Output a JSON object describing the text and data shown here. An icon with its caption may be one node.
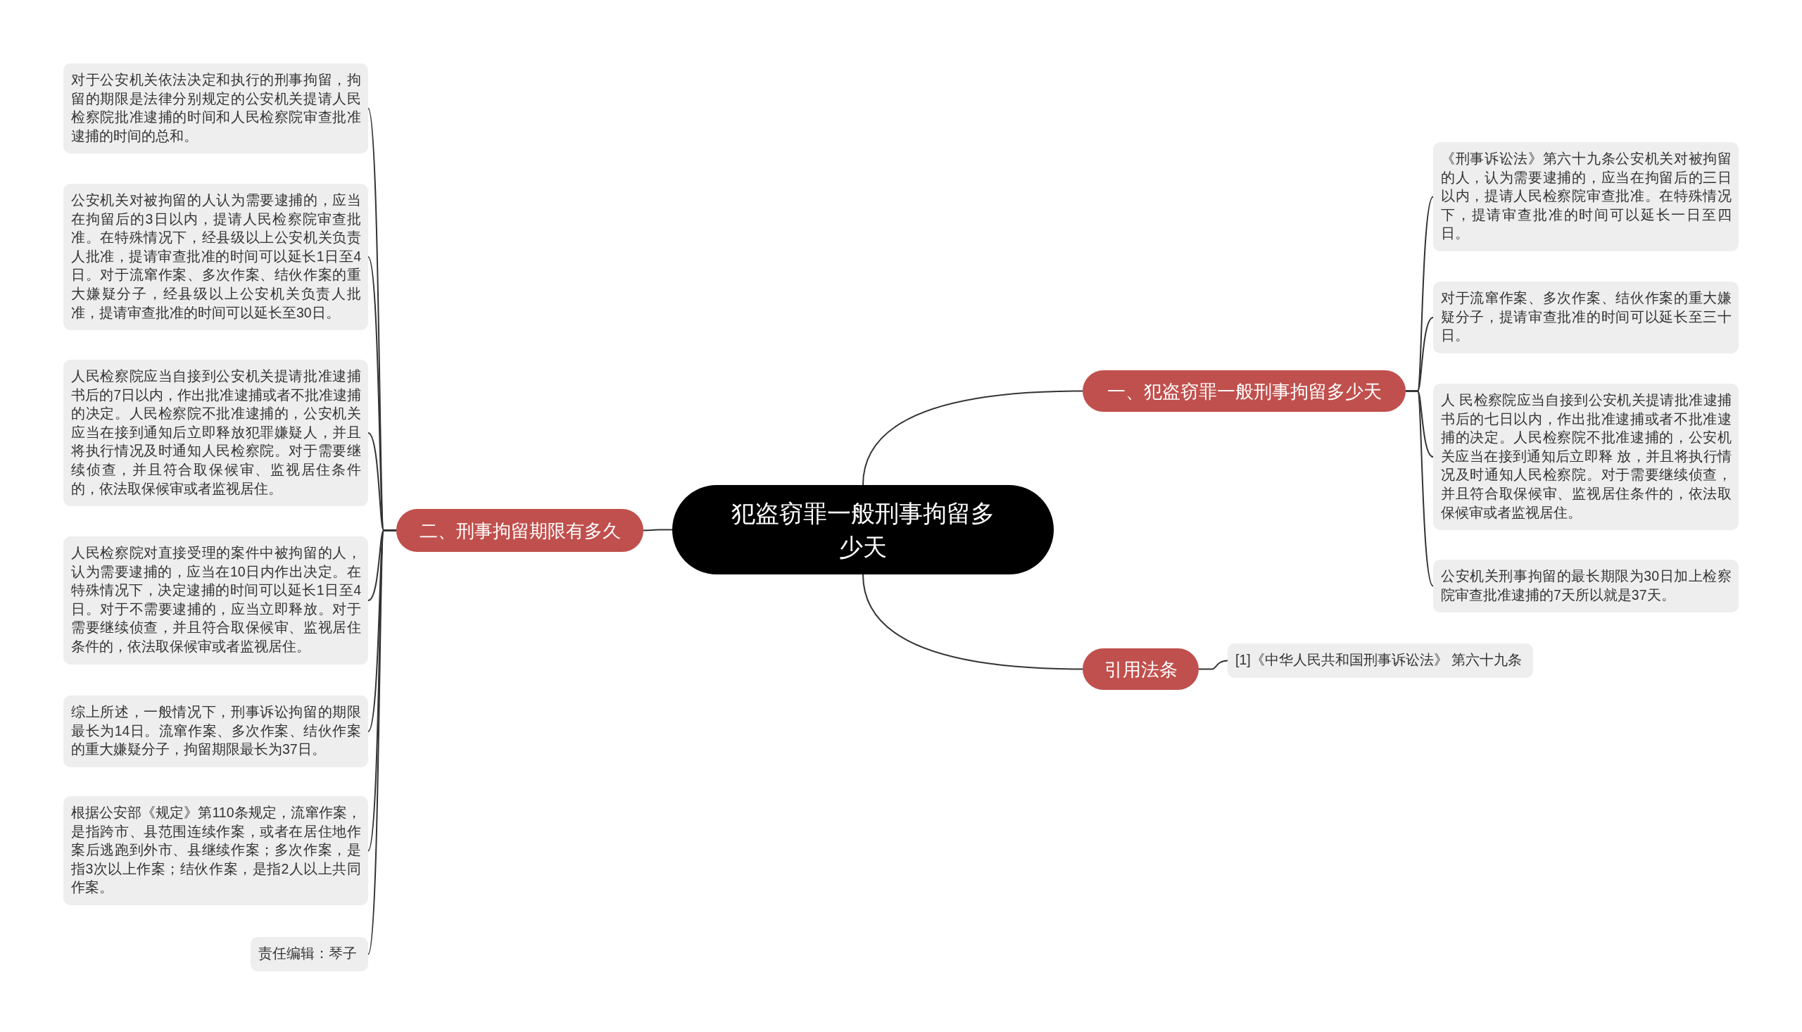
{
  "diagram": {
    "nodes": [
      {
        "text": [
          "犯盗窃罪一般刑事拘留多少天"
        ]
      },
      {
        "text": [
          "一、犯盗窃罪一般刑事拘留多少天"
        ]
      },
      {
        "text": [
          "《刑事诉讼法》第六十九条公安机关对被拘留的人，认为需要逮捕的，应当在拘留后的三日以内，提请人民检察院审查批准。在特殊情况下，提请审查批准的时间可以延长一日至四日。"
        ]
      },
      {
        "text": [
          "对于流窜作案、多次作案、结伙作案的重大嫌疑分子，提请审查批准的时间可以延长至三十日。"
        ]
      },
      {
        "text": [
          "人 民检察院应当自接到公安机关提请批准逮捕书后的七日以内，作出批准逮捕或者不批准逮捕的决定。人民检察院不批准逮捕的，公安机关应当在接到通知后立即释 放，并且将执行情况及时通知人民检察院。对于需要继续侦查，并且符合取保候审、监视居住条件的，依法取保候审或者监视居住。"
        ]
      },
      {
        "text": [
          "公安机关刑事拘留的最长期限为30日加上检察院审查批准逮捕的7天所以就是37天。"
        ]
      },
      {
        "text": [
          "二、刑事拘留期限有多久"
        ]
      },
      {
        "text": [
          "对于公安机关依法决定和执行的刑事拘留，拘留的期限是法律分别规定的公安机关提请人民检察院批准逮捕的时间和人民检察院审查批准逮捕的时间的总和。"
        ]
      },
      {
        "text": [
          "公安机关对被拘留的人认为需要逮捕的，应当在拘留后的3日以内，提请人民检察院审查批准。在特殊情况下，经县级以上公安机关负责人批准，提请审查批准的时间可以延长1日至4日。对于流窜作案、多次作案、结伙作案的重大嫌疑分子，经县级以上公安机关负责人批准，提请审查批准的时间可以延长至30日。"
        ]
      },
      {
        "text": [
          "人民检察院应当自接到公安机关提请批准逮捕书后的7日以内，作出批准逮捕或者不批准逮捕的决定。人民检察院不批准逮捕的，公安机关应当在接到通知后立即释放犯罪嫌疑人，并且将执行情况及时通知人民检察院。对于需要继续侦查，并且符合取保候审、监视居住条件的，依法取保候审或者监视居住。"
        ]
      },
      {
        "text": [
          "人民检察院对直接受理的案件中被拘留的人，认为需要逮捕的，应当在10日内作出决定。在特殊情况下，决定逮捕的时间可以延长1日至4日。对于不需要逮捕的，应当立即释放。对于需要继续侦查，并且符合取保候审、监视居住条件的，依法取保候审或者监视居住。"
        ]
      },
      {
        "text": [
          "综上所述，一般情况下，刑事诉讼拘留的期限最长为14日。流窜作案、多次作案、结伙作案的重大嫌疑分子，拘留期限最长为37日。"
        ]
      },
      {
        "text": [
          "根据公安部《规定》第110条规定，流窜作案，是指跨市、县范围连续作案，或者在居住地作案后逃跑到外市、县继续作案；多次作案，是指3次以上作案；结伙作案，是指2人以上共同作案。"
        ]
      },
      {
        "text": [
          "责任编辑：琴子"
        ]
      },
      {
        "text": [
          "引用法条"
        ]
      },
      {
        "text": [
          "[1]《中华人民共和国刑事诉讼法》 第六十九条"
        ]
      }
    ],
    "edges": [
      {
        "from": 0,
        "to": 1,
        "arrow": "none"
      },
      {
        "from": 1,
        "to": 2,
        "arrow": "none"
      },
      {
        "from": 1,
        "to": 3,
        "arrow": "none"
      },
      {
        "from": 1,
        "to": 4,
        "arrow": "none"
      },
      {
        "from": 1,
        "to": 5,
        "arrow": "none"
      },
      {
        "from": 0,
        "to": 6,
        "arrow": "none"
      },
      {
        "from": 6,
        "to": 7,
        "arrow": "none"
      },
      {
        "from": 6,
        "to": 8,
        "arrow": "none"
      },
      {
        "from": 6,
        "to": 9,
        "arrow": "none"
      },
      {
        "from": 6,
        "to": 10,
        "arrow": "none"
      },
      {
        "from": 6,
        "to": 11,
        "arrow": "none"
      },
      {
        "from": 6,
        "to": 12,
        "arrow": "none"
      },
      {
        "from": 6,
        "to": 13,
        "arrow": "none"
      },
      {
        "from": 0,
        "to": 14,
        "arrow": "none"
      },
      {
        "from": 14,
        "to": 15,
        "arrow": "none"
      }
    ]
  }
}
